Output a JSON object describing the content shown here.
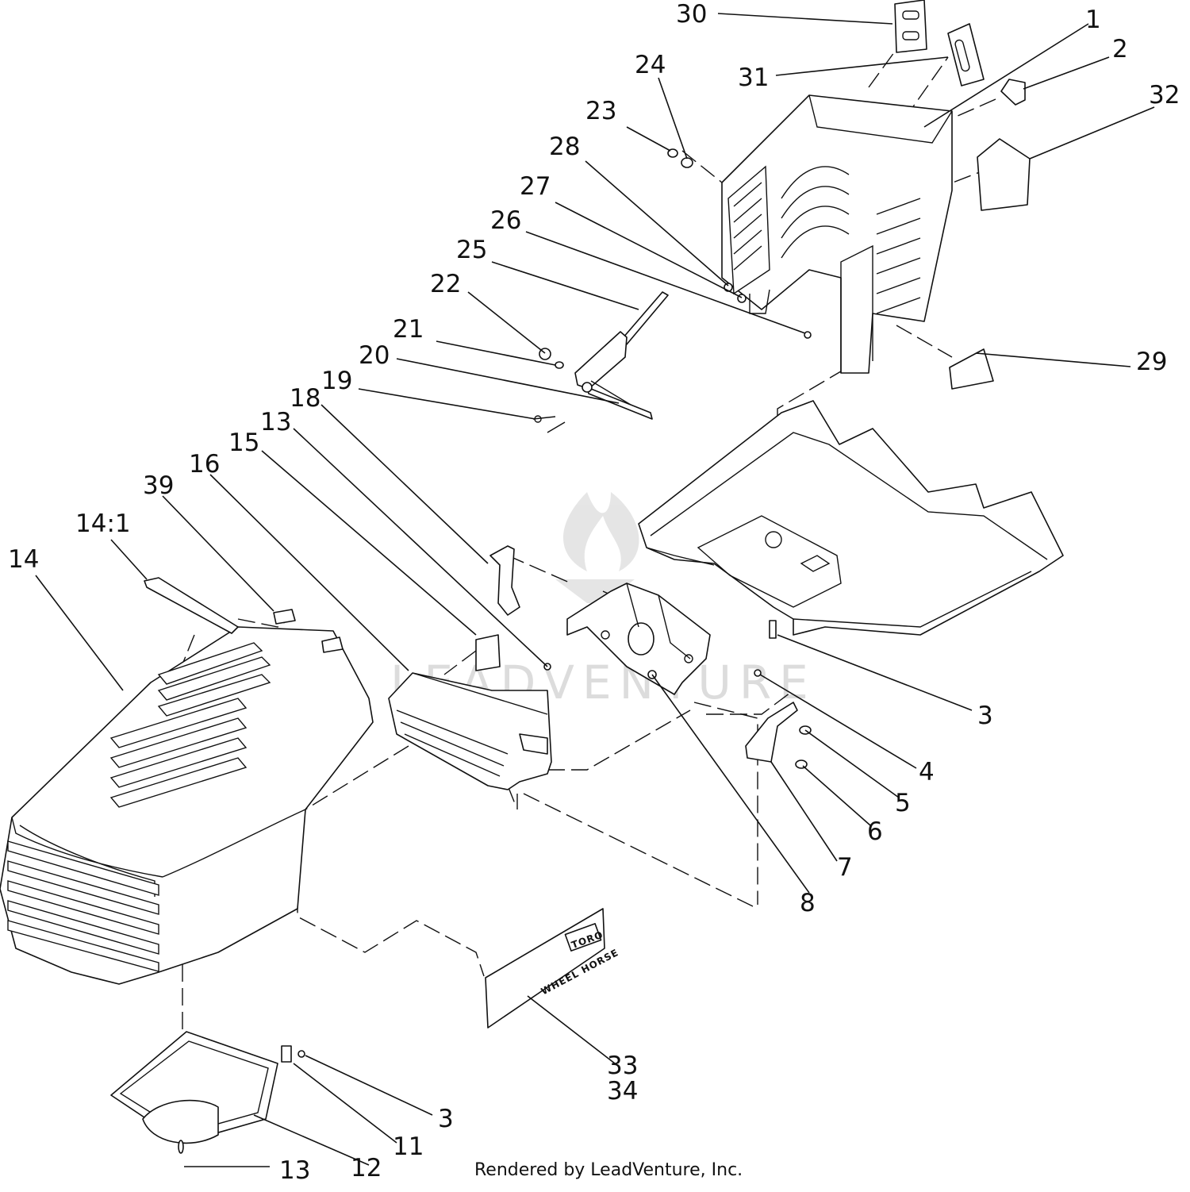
{
  "diagram": {
    "callouts": [
      "30",
      "31",
      "1",
      "2",
      "24",
      "32",
      "23",
      "28",
      "27",
      "26",
      "25",
      "22",
      "21",
      "20",
      "19",
      "29",
      "18",
      "13",
      "15",
      "16",
      "39",
      "14:1",
      "14",
      "3",
      "4",
      "5",
      "6",
      "7",
      "8",
      "3",
      "11",
      "12",
      "13",
      "33",
      "34"
    ],
    "decal": {
      "brand": "TORO",
      "model": "WHEEL HORSE"
    },
    "watermark": "LEADVENTURE",
    "credit": "Rendered by LeadVenture, Inc."
  }
}
